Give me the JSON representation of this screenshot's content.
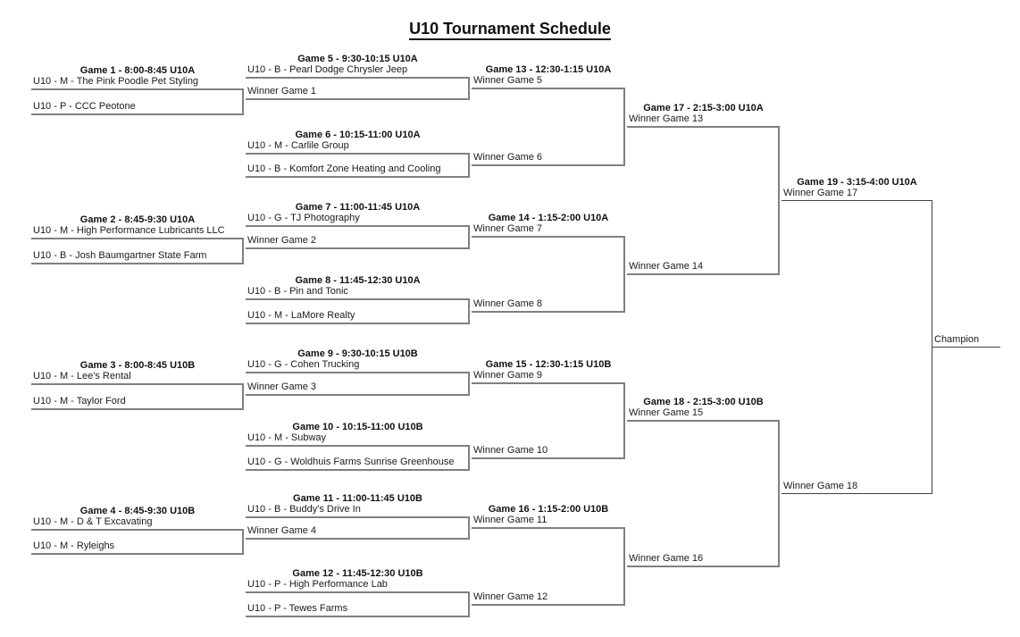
{
  "title": "U10 Tournament Schedule",
  "champion": {
    "label": "Champion"
  },
  "colors": {
    "bracket_line": "#808080",
    "final_line": "#404040",
    "text": "#1a1a1a"
  },
  "games": [
    {
      "id": 1,
      "header": "Game 1 - 8:00-8:45 U10A",
      "top": "U10 - M - The Pink Poodle Pet Styling",
      "bottom": "U10 - P - CCC Peotone"
    },
    {
      "id": 2,
      "header": "Game 2 - 8:45-9:30 U10A",
      "top": "U10 - M - High Performance Lubricants LLC",
      "bottom": "U10 - B - Josh Baumgartner State Farm"
    },
    {
      "id": 3,
      "header": "Game 3 - 8:00-8:45 U10B",
      "top": "U10 - M - Lee's Rental",
      "bottom": "U10 - M - Taylor Ford"
    },
    {
      "id": 4,
      "header": "Game 4 - 8:45-9:30 U10B",
      "top": "U10 - M - D & T Excavating",
      "bottom": "U10 - M - Ryleighs"
    },
    {
      "id": 5,
      "header": "Game 5 - 9:30-10:15 U10A",
      "top": "U10 - B - Pearl Dodge Chrysler Jeep",
      "bottom": "Winner Game 1"
    },
    {
      "id": 6,
      "header": "Game 6 - 10:15-11:00 U10A",
      "top": "U10 - M - Carlile Group",
      "bottom": "U10 - B - Komfort Zone Heating and Cooling"
    },
    {
      "id": 7,
      "header": "Game 7 - 11:00-11:45 U10A",
      "top": "U10 - G - TJ Photography",
      "bottom": "Winner Game 2"
    },
    {
      "id": 8,
      "header": "Game 8 - 11:45-12:30 U10A",
      "top": "U10 - B - Pin and Tonic",
      "bottom": "U10 - M - LaMore Realty"
    },
    {
      "id": 9,
      "header": "Game 9 - 9:30-10:15 U10B",
      "top": "U10 - G - Cohen Trucking",
      "bottom": "Winner Game 3"
    },
    {
      "id": 10,
      "header": "Game 10 - 10:15-11:00 U10B",
      "top": "U10 - M - Subway",
      "bottom": "U10 - G - Woldhuis Farms Sunrise Greenhouse"
    },
    {
      "id": 11,
      "header": "Game 11 - 11:00-11:45 U10B",
      "top": "U10 - B - Buddy's Drive In",
      "bottom": "Winner Game 4"
    },
    {
      "id": 12,
      "header": "Game 12 - 11:45-12:30 U10B",
      "top": "U10 - P - High Performance Lab",
      "bottom": "U10 - P - Tewes Farms"
    },
    {
      "id": 13,
      "header": "Game 13 - 12:30-1:15 U10A",
      "top": "Winner Game 5",
      "bottom": "Winner Game 6"
    },
    {
      "id": 14,
      "header": "Game 14 - 1:15-2:00 U10A",
      "top": "Winner Game 7",
      "bottom": "Winner Game 8"
    },
    {
      "id": 15,
      "header": "Game 15 - 12:30-1:15 U10B",
      "top": "Winner Game 9",
      "bottom": "Winner Game 10"
    },
    {
      "id": 16,
      "header": "Game 16 - 1:15-2:00 U10B",
      "top": "Winner Game 11",
      "bottom": "Winner Game 12"
    },
    {
      "id": 17,
      "header": "Game 17 - 2:15-3:00 U10A",
      "top": "Winner Game 13",
      "bottom": "Winner Game 14"
    },
    {
      "id": 18,
      "header": "Game 18 - 2:15-3:00 U10B",
      "top": "Winner Game 15",
      "bottom": "Winner Game 16"
    },
    {
      "id": 19,
      "header": "Game 19 - 3:15-4:00 U10A",
      "top": "Winner Game 17",
      "bottom": "Winner Game 18"
    }
  ]
}
